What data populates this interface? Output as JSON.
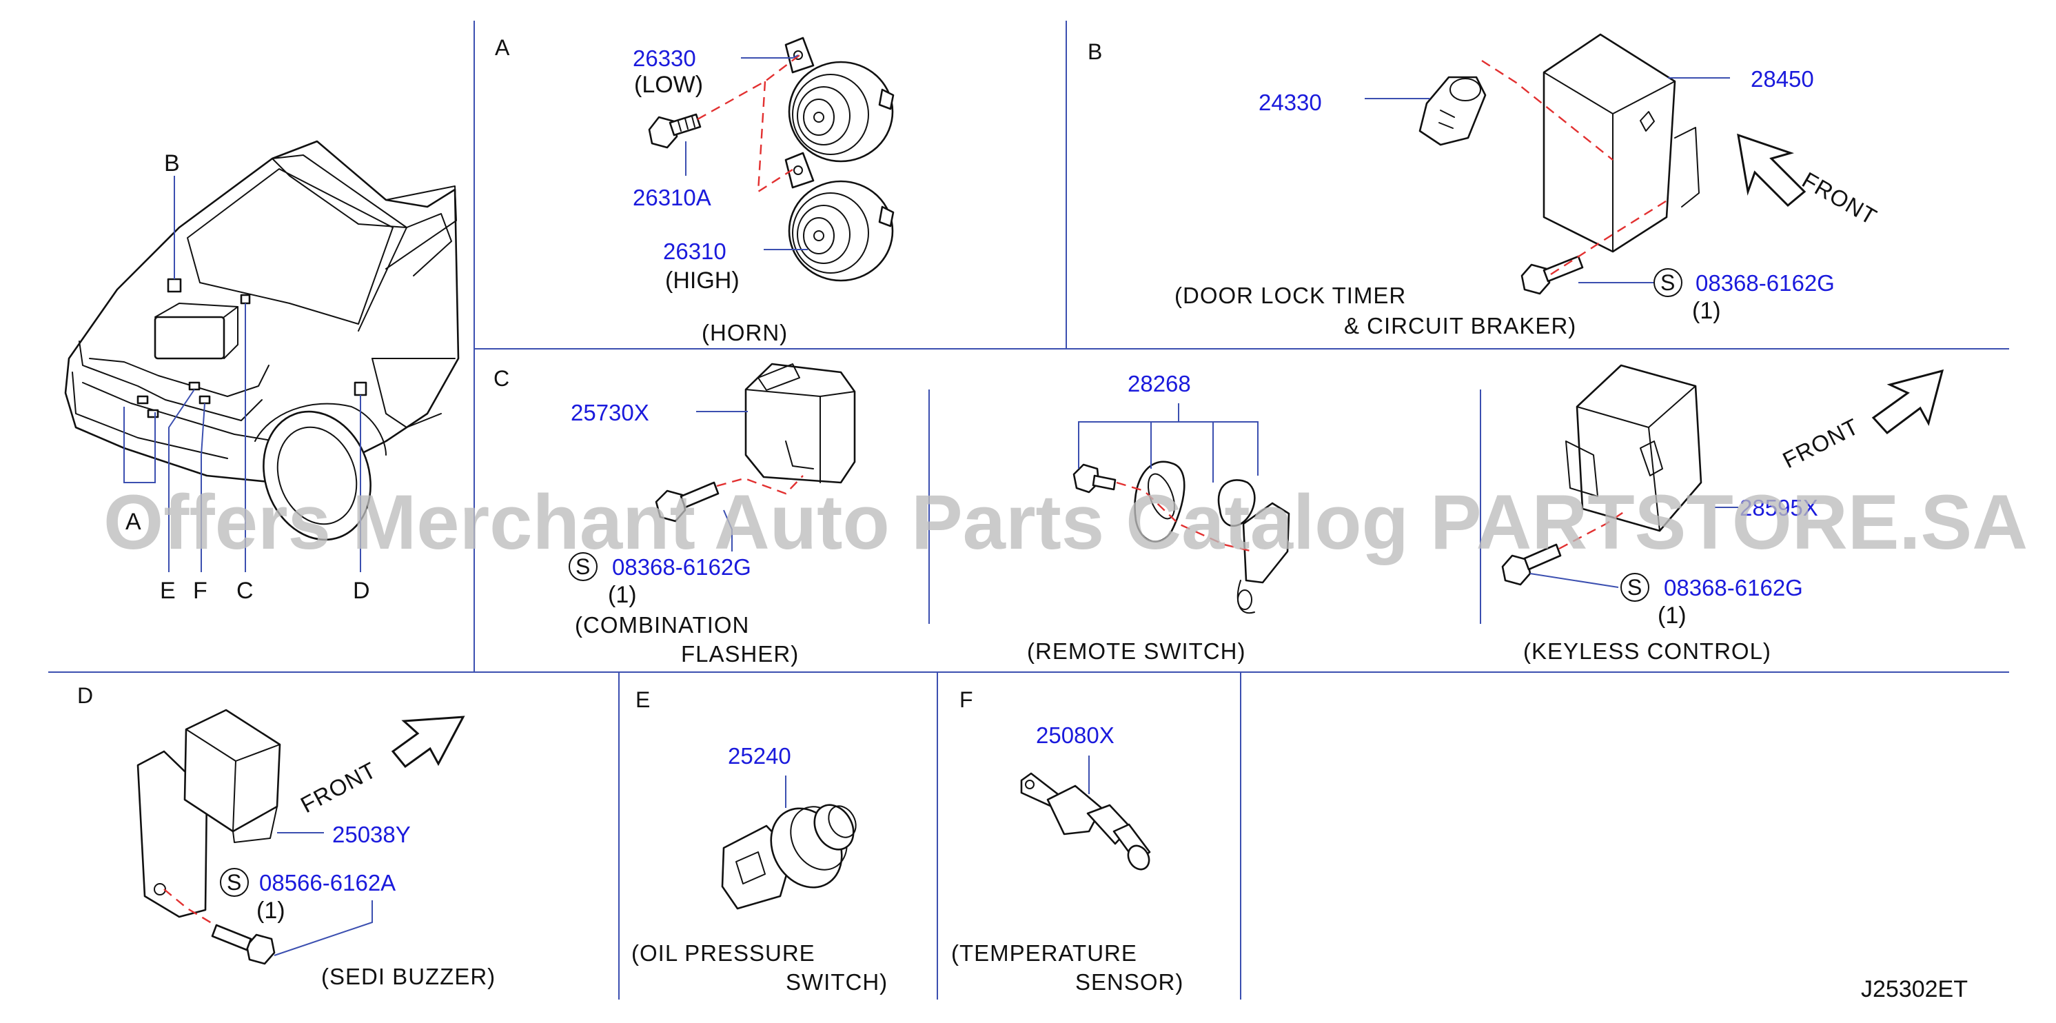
{
  "diagram_code": "J25302ET",
  "watermark": "Offers Merchant Auto Parts Catalog PARTSTORE.SA",
  "vehicle_labels": [
    "A",
    "B",
    "C",
    "D",
    "E",
    "F"
  ],
  "sections": {
    "A": {
      "letter": "A",
      "caption": "(HORN)",
      "parts": {
        "p1": "26330",
        "p1_note": "(LOW)",
        "p2": "26310A",
        "p3": "26310",
        "p3_note": "(HIGH)"
      }
    },
    "B": {
      "letter": "B",
      "caption_line1": "(DOOR  LOCK  TIMER",
      "caption_line2": "&  CIRCUIT  BRAKER)",
      "front": "FRONT",
      "parts": {
        "p1": "24330",
        "p2": "28450",
        "p3": "08368-6162G",
        "p3_qty": "(1)",
        "p3_mark": "S"
      }
    },
    "C": {
      "letter": "C",
      "combination": {
        "caption_line1": "(COMBINATION",
        "caption_line2": "FLASHER)",
        "p1": "25730X",
        "p2": "08368-6162G",
        "p2_qty": "(1)",
        "p2_mark": "S"
      },
      "remote": {
        "caption": "(REMOTE  SWITCH)",
        "p1": "28268"
      },
      "keyless": {
        "caption": "(KEYLESS  CONTROL)",
        "front": "FRONT",
        "p1": "28595X",
        "p2": "08368-6162G",
        "p2_qty": "(1)",
        "p2_mark": "S"
      }
    },
    "D": {
      "letter": "D",
      "caption": "(SEDI  BUZZER)",
      "front": "FRONT",
      "parts": {
        "p1": "25038Y",
        "p2": "08566-6162A",
        "p2_qty": "(1)",
        "p2_mark": "S"
      }
    },
    "E": {
      "letter": "E",
      "caption_line1": "(OIL  PRESSURE",
      "caption_line2": "SWITCH)",
      "parts": {
        "p1": "25240"
      }
    },
    "F": {
      "letter": "F",
      "caption_line1": "(TEMPERATURE",
      "caption_line2": "SENSOR)",
      "parts": {
        "p1": "25080X"
      }
    }
  },
  "colors": {
    "part_number": "#1a1adc",
    "grid": "#3b4fb0",
    "dashed_leader": "#e23030",
    "watermark": "#bdbdbd"
  }
}
